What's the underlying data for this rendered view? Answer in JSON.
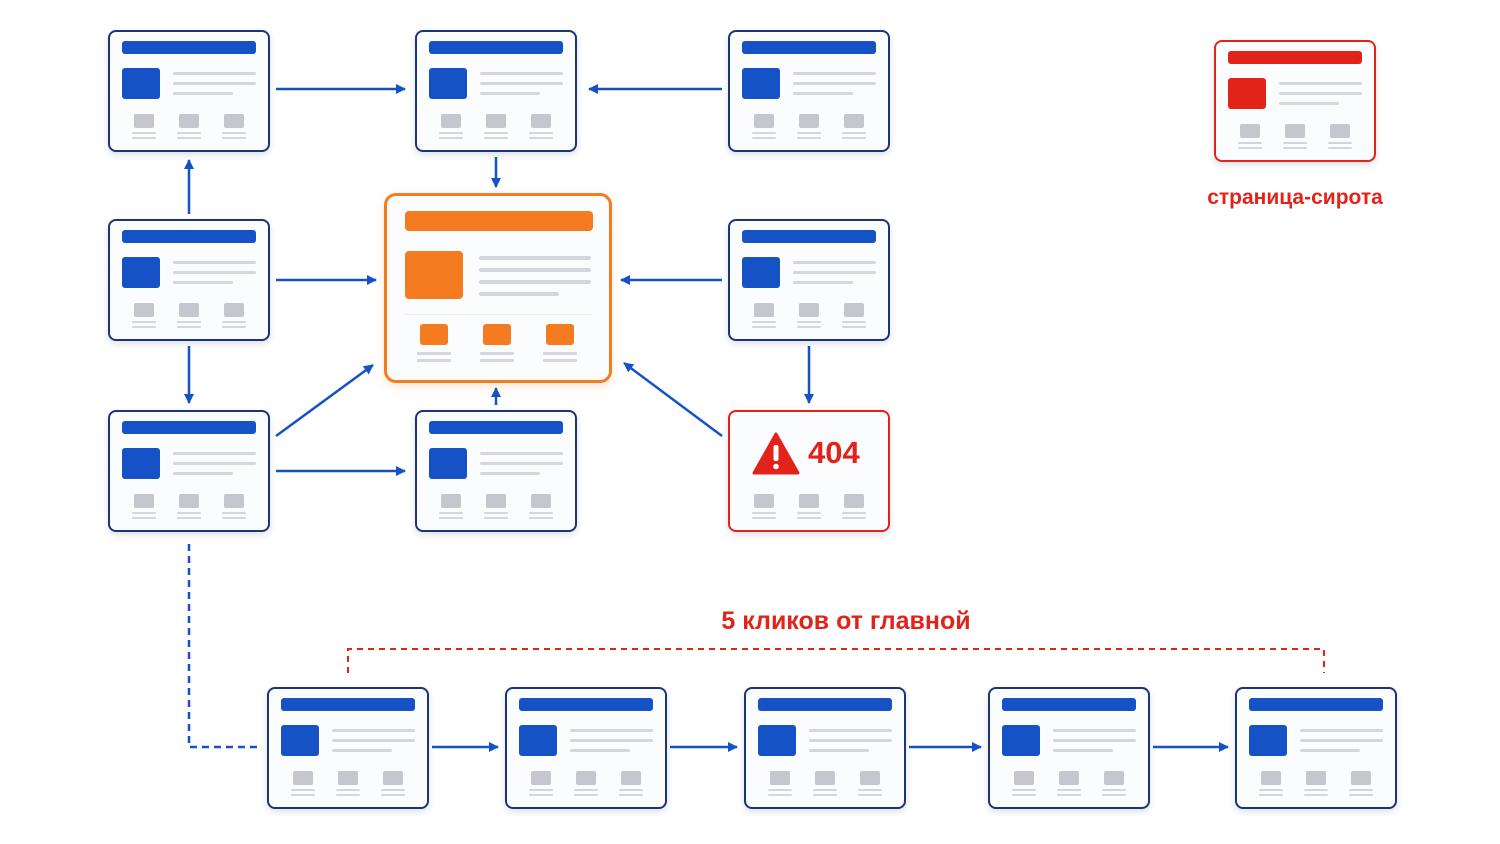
{
  "labels": {
    "orphan": "страница-сирота",
    "depth": "5 кликов от главной",
    "error_code": "404"
  },
  "colors": {
    "page_border": "#1c3578",
    "page_accent": "#1452c6",
    "central_accent": "#f47b20",
    "problem_accent": "#e2231a",
    "placeholder_gray": "#c4c7cd"
  },
  "icons": {
    "error": "warning-triangle-icon"
  },
  "pages": [
    {
      "id": "top-left",
      "kind": "page"
    },
    {
      "id": "top-center",
      "kind": "page"
    },
    {
      "id": "top-right",
      "kind": "page"
    },
    {
      "id": "mid-left",
      "kind": "page"
    },
    {
      "id": "central",
      "kind": "central"
    },
    {
      "id": "mid-right",
      "kind": "page"
    },
    {
      "id": "bottom-left",
      "kind": "page"
    },
    {
      "id": "bottom-center",
      "kind": "page"
    },
    {
      "id": "error-page",
      "kind": "error"
    },
    {
      "id": "orphan",
      "kind": "orphan"
    },
    {
      "id": "deep-1",
      "kind": "page"
    },
    {
      "id": "deep-2",
      "kind": "page"
    },
    {
      "id": "deep-3",
      "kind": "page"
    },
    {
      "id": "deep-4",
      "kind": "page"
    },
    {
      "id": "deep-5",
      "kind": "page"
    }
  ],
  "links": [
    {
      "from": "top-left",
      "to": "top-center"
    },
    {
      "from": "top-right",
      "to": "top-center"
    },
    {
      "from": "top-center",
      "to": "central"
    },
    {
      "from": "mid-left",
      "to": "top-left"
    },
    {
      "from": "mid-left",
      "to": "central"
    },
    {
      "from": "mid-left",
      "to": "bottom-left"
    },
    {
      "from": "mid-right",
      "to": "central"
    },
    {
      "from": "mid-right",
      "to": "error-page"
    },
    {
      "from": "bottom-left",
      "to": "central"
    },
    {
      "from": "bottom-left",
      "to": "bottom-center"
    },
    {
      "from": "bottom-center",
      "to": "central"
    },
    {
      "from": "error-page",
      "to": "central"
    },
    {
      "from": "bottom-left",
      "to": "deep-1",
      "style": "dashed"
    },
    {
      "from": "deep-1",
      "to": "deep-2"
    },
    {
      "from": "deep-2",
      "to": "deep-3"
    },
    {
      "from": "deep-3",
      "to": "deep-4"
    },
    {
      "from": "deep-4",
      "to": "deep-5"
    }
  ]
}
